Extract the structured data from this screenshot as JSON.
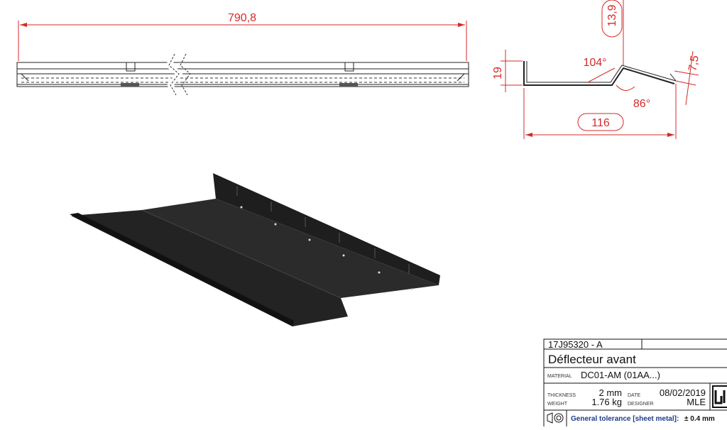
{
  "dimensions": {
    "length": "790,8",
    "height_top": "13,9",
    "height_left": "19",
    "angle_a": "104°",
    "angle_b": "86°",
    "flange": "7,5",
    "width": "116"
  },
  "title_block": {
    "reference": "17J95320 - A",
    "title": "Déflecteur avant",
    "material_label": "MATERIAL",
    "material": "DC01-AM (01AA...)",
    "thickness_label": "THICKNESS",
    "thickness": "2 mm",
    "weight_label": "WEIGHT",
    "weight": "1.76 kg",
    "date_label": "DATE",
    "date": "08/02/2019",
    "designer_label": "DESIGNER",
    "designer": "MLE",
    "tolerance_label": "General tolerance [sheet metal]:",
    "tolerance_value": "± 0.4 mm"
  },
  "colors": {
    "dimension": "#d42a2a",
    "part_line": "#222222",
    "part_fill": "#2a2a2a",
    "tolerance_text": "#1f3b8c"
  }
}
